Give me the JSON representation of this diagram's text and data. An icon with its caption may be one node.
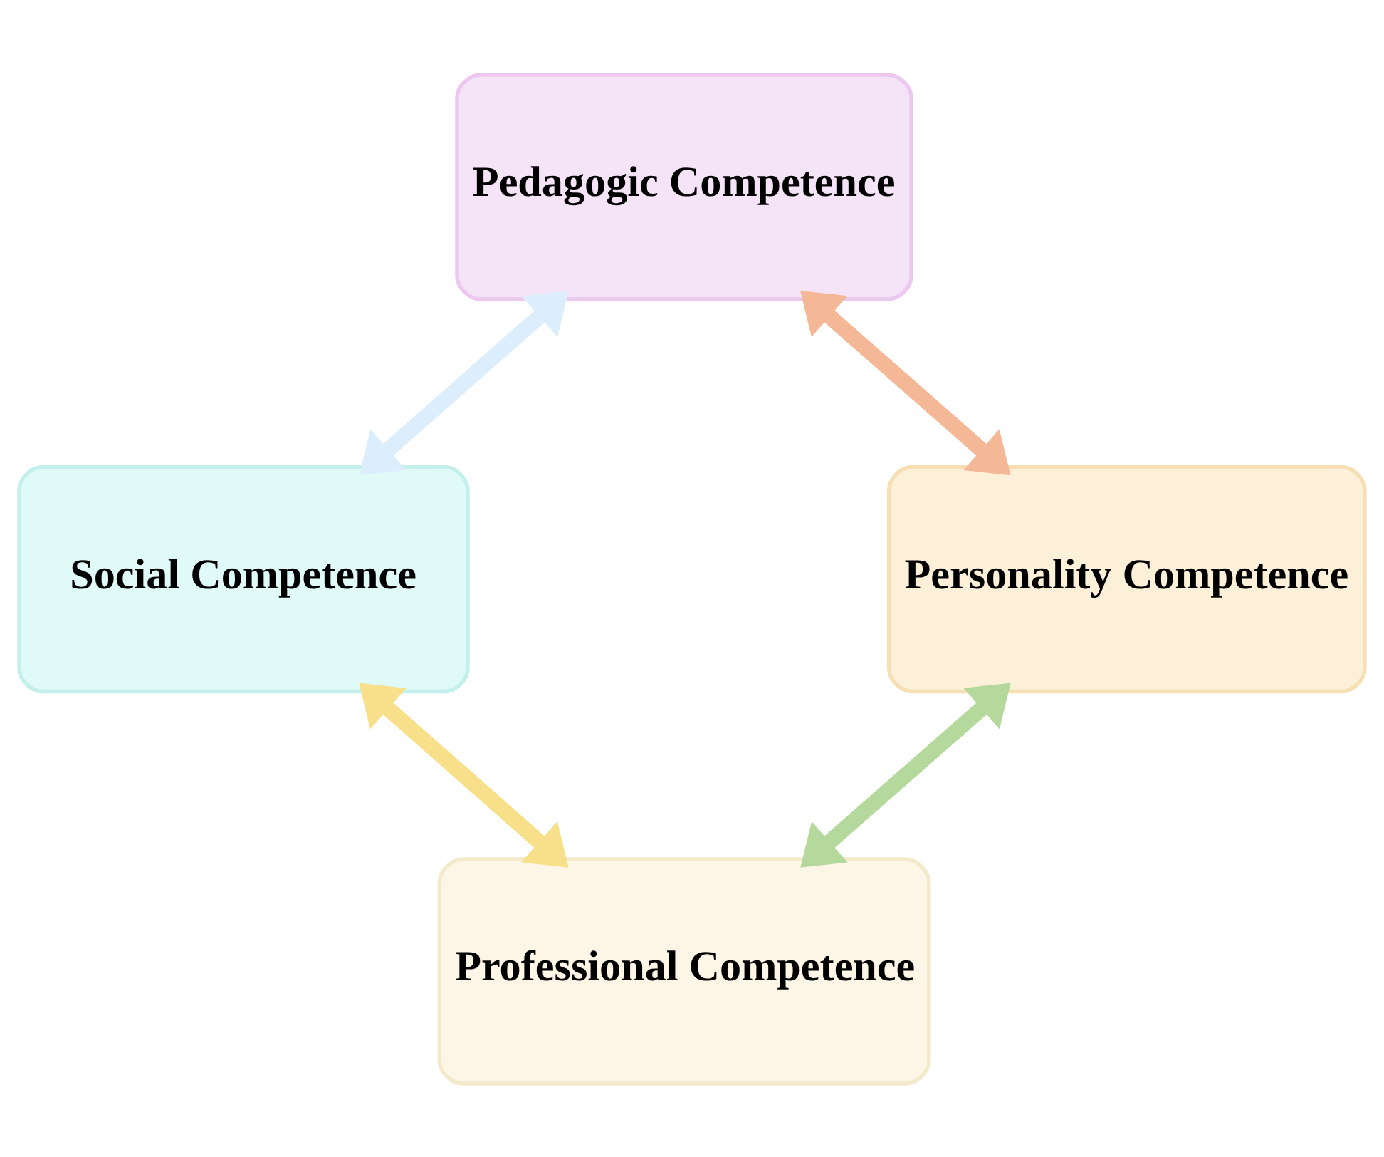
{
  "diagram": {
    "nodes": [
      {
        "text": [
          "Pedagogic Competence"
        ]
      },
      {
        "text": [
          "Social Competence"
        ]
      },
      {
        "text": [
          "Personality Competence"
        ]
      },
      {
        "text": [
          "Professional Competence"
        ]
      }
    ],
    "edges": [
      {
        "from": 0,
        "to": 1,
        "arrow": "both",
        "color": "#dceefc"
      },
      {
        "from": 0,
        "to": 2,
        "arrow": "both",
        "color": "#f5b896"
      },
      {
        "from": 1,
        "to": 3,
        "arrow": "both",
        "color": "#f8e08a"
      },
      {
        "from": 2,
        "to": 3,
        "arrow": "both",
        "color": "#b5d99c"
      }
    ]
  }
}
